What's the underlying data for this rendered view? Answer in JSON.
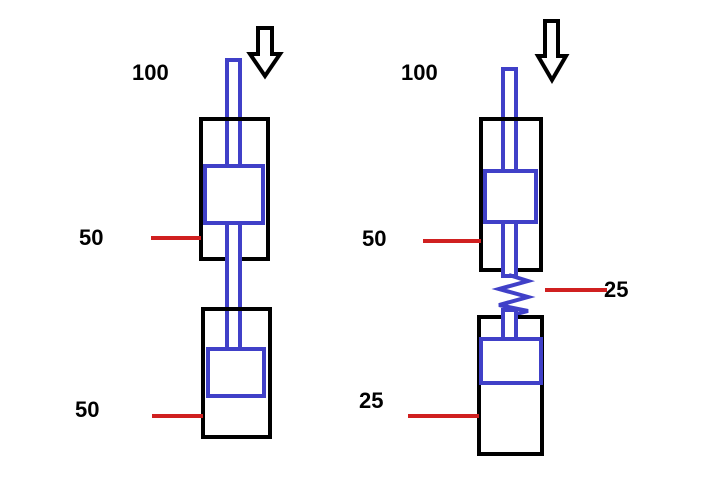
{
  "left_assembly": {
    "input_label": "100",
    "upper_port_label": "50",
    "lower_port_label": "50"
  },
  "right_assembly": {
    "input_label": "100",
    "upper_port_label": "50",
    "spring_port_label": "25",
    "lower_port_label": "25"
  },
  "colors": {
    "cylinder": "#000000",
    "piston": "#4040c8",
    "port": "#d02020",
    "background": "#ffffff"
  },
  "icons": {
    "force_arrow": "down-arrow-icon"
  }
}
